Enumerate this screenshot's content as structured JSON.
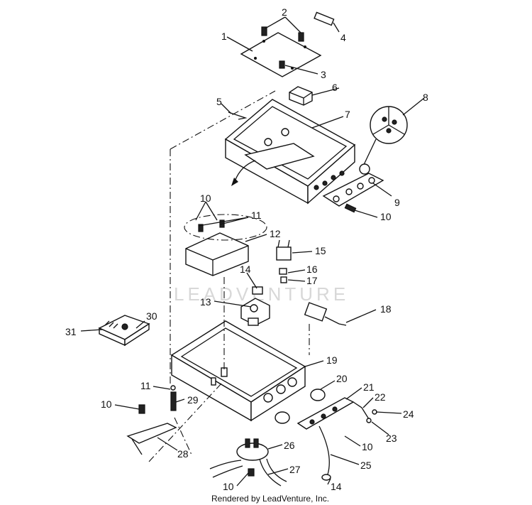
{
  "watermark": "LEADVENTURE",
  "footer": "Rendered by LeadVenture, Inc.",
  "callouts": [
    "1",
    "2",
    "3",
    "4",
    "5",
    "6",
    "7",
    "8",
    "9",
    "10",
    "10",
    "11",
    "12",
    "15",
    "14",
    "16",
    "17",
    "13",
    "18",
    "30",
    "31",
    "19",
    "11",
    "20",
    "21",
    "22",
    "10",
    "29",
    "24",
    "23",
    "28",
    "10",
    "26",
    "25",
    "27",
    "10",
    "14"
  ]
}
